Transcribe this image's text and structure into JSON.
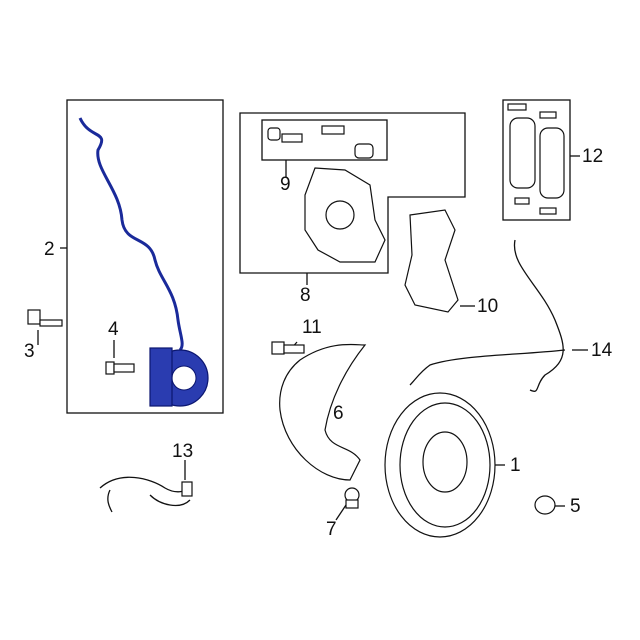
{
  "colors": {
    "highlight": "#2a3cb0",
    "line": "#111111"
  },
  "callouts": [
    "1",
    "2",
    "3",
    "4",
    "5",
    "6",
    "7",
    "8",
    "9",
    "10",
    "11",
    "12",
    "13",
    "14"
  ]
}
